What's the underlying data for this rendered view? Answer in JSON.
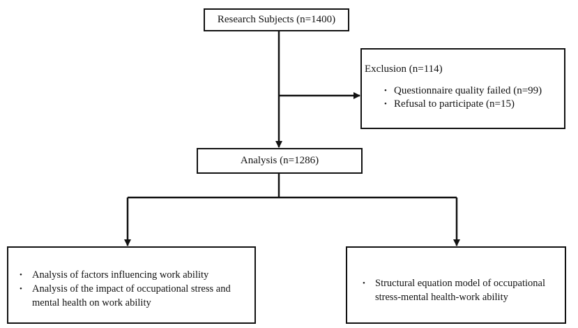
{
  "flowchart": {
    "research_subjects": "Research Subjects (n=1400)",
    "exclusion": {
      "title": "Exclusion (n=114)",
      "items": [
        "Questionnaire quality failed (n=99)",
        "Refusal to participate (n=15)"
      ]
    },
    "analysis": "Analysis (n=1286)",
    "left_outcome": {
      "items": [
        "Analysis of factors influencing work ability",
        "Analysis of the impact of occupational stress and mental health on work ability"
      ]
    },
    "right_outcome": {
      "items": [
        "Structural equation model of occupational stress-mental health-work ability"
      ]
    },
    "bullet_glyph": "•"
  }
}
